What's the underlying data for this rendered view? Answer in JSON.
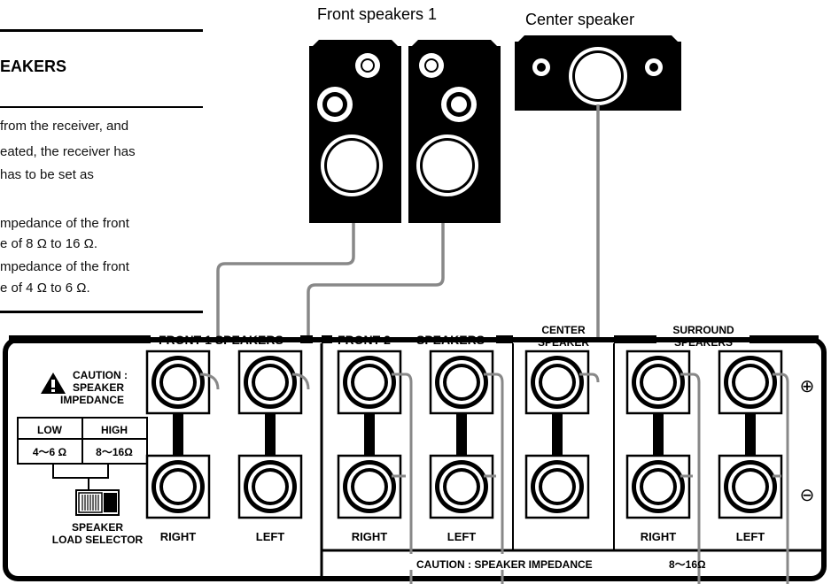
{
  "document": {
    "heading": "EAKERS",
    "paragraph": [
      "from the receiver, and",
      "eated, the receiver has",
      "has to be set as"
    ],
    "note1": [
      "mpedance of the front",
      "e of 8 Ω to 16 Ω."
    ],
    "note2": [
      "mpedance of the front",
      "e of 4 Ω to 6 Ω."
    ]
  },
  "speaker_labels": {
    "front1": "Front speakers 1",
    "center": "Center speaker"
  },
  "panel": {
    "groups": {
      "front1": "FRONT 1 SPEAKERS",
      "front2": "FRONT 2",
      "front2b": "SPEAKERS",
      "center_line1": "CENTER",
      "center_line2": "SPEAKER",
      "surround_line1": "SURROUND",
      "surround_line2": "SPEAKERS"
    },
    "caution": {
      "title_line1": "CAUTION :",
      "title_line2": "SPEAKER",
      "title_line3": "IMPEDANCE",
      "low": "LOW",
      "high": "HIGH",
      "low_value": "4～6 Ω",
      "high_value": "8～16Ω"
    },
    "selector_line1": "SPEAKER",
    "selector_line2": "LOAD SELECTOR",
    "terminal_labels": {
      "right": "RIGHT",
      "left": "LEFT"
    },
    "polarity": {
      "plus": "⊕",
      "minus": "⊖"
    },
    "bottom_caution": "CAUTION : SPEAKER IMPEDANCE",
    "bottom_caution_value": "8～16Ω"
  },
  "icons": {
    "warning": "warning-triangle-icon"
  }
}
